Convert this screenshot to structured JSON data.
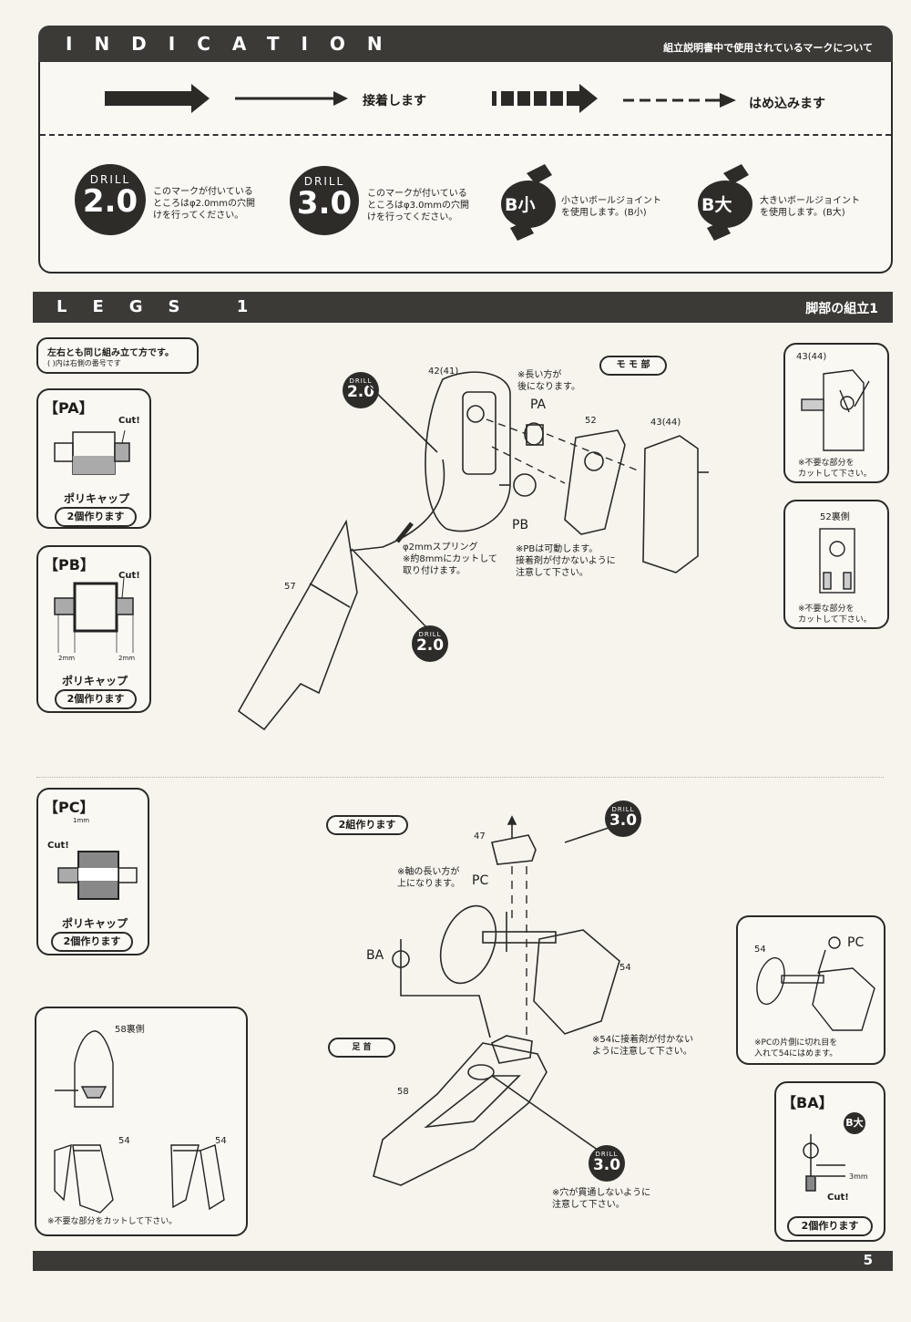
{
  "indication": {
    "title": "INDICATION",
    "subtitle": "組立説明書中で使用されているマークについて",
    "glue_label": "接着します",
    "fit_label": "はめ込みます",
    "drill_word": "DRILL",
    "drill_20_value": "2.0",
    "drill_20_desc_1": "このマークが付いている",
    "drill_20_desc_2": "ところはφ2.0mmの穴開",
    "drill_20_desc_3": "けを行ってください。",
    "drill_30_value": "3.0",
    "drill_30_desc_1": "このマークが付いている",
    "drill_30_desc_2": "ところはφ3.0mmの穴開",
    "drill_30_desc_3": "けを行ってください。",
    "b_small_mark": "B小",
    "b_small_desc_1": "小さいボールジョイント",
    "b_small_desc_2": "を使用します。(B小)",
    "b_large_mark": "B大",
    "b_large_desc_1": "大きいボールジョイント",
    "b_large_desc_2": "を使用します。(B大)"
  },
  "legs": {
    "title": "LEGS 1",
    "subtitle": "脚部の組立1",
    "note_1": "左右とも同じ組み立て方です。",
    "note_2": "( )内は右側の番号です",
    "pa": {
      "title": "【PA】",
      "cut": "Cut!",
      "name": "ポリキャップ",
      "count": "2個作ります"
    },
    "pb": {
      "title": "【PB】",
      "cut": "Cut!",
      "dim_left": "2mm",
      "dim_right": "2mm",
      "name": "ポリキャップ",
      "count": "2個作ります"
    },
    "pc": {
      "title": "【PC】",
      "cut": "Cut!",
      "dim": "1mm",
      "name": "ポリキャップ",
      "count": "2個作ります"
    },
    "thigh_label": "モ モ 部",
    "part_42": "42(41)",
    "part_52": "52",
    "part_43": "43(44)",
    "part_57": "57",
    "pa_label": "PA",
    "pb_label": "PB",
    "long_side_1": "※長い方が",
    "long_side_2": "後になります。",
    "spring_1": "φ2mmスプリング",
    "spring_2": "※約8mmにカットして",
    "spring_3": "取り付けます。",
    "pb_note_1": "※PBは可動します。",
    "pb_note_2": "接着剤が付かないように",
    "pb_note_3": "注意して下さい。",
    "box43_title": "43(44)",
    "box43_note_1": "※不要な部分を",
    "box43_note_2": "カットして下さい。",
    "box52_title": "52裏側",
    "box52_note_1": "※不要な部分を",
    "box52_note_2": "カットして下さい。",
    "make_two": "2組作ります",
    "part_47": "47",
    "axis_note_1": "※軸の長い方が",
    "axis_note_2": "上になります。",
    "pc_label": "PC",
    "ba_label": "BA",
    "part_54": "54",
    "no_glue_1": "※54に接着剤が付かない",
    "no_glue_2": "ように注意して下さい。",
    "ankle_label": "足 首",
    "part_58": "58",
    "no_through_1": "※穴が貫通しないように",
    "no_through_2": "注意して下さい。",
    "box58_title": "58裏側",
    "box58_54a": "54",
    "box58_54b": "54",
    "box58_note": "※不要な部分をカットして下さい。",
    "box54_part": "54",
    "box54_pc": "PC",
    "box54_note_1": "※PCの片側に切れ目を",
    "box54_note_2": "入れて54にはめます。",
    "ba": {
      "title": "【BA】",
      "mark": "B大",
      "dim": "3mm",
      "cut": "Cut!",
      "count": "2個作ります"
    }
  },
  "page_number": "5",
  "colors": {
    "ink": "#1d1c1a",
    "bar": "#3b3a36",
    "paper": "#f7f4ee"
  }
}
